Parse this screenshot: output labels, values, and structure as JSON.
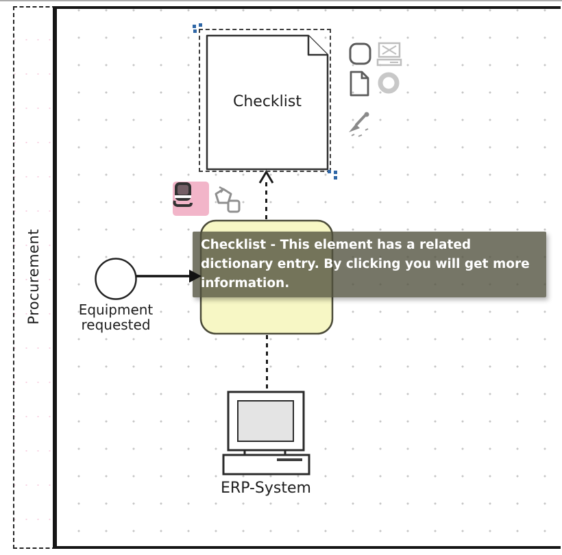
{
  "pool": {
    "lane_label": "Procurement"
  },
  "diagram": {
    "data_object": {
      "label": "Checklist"
    },
    "start_event": {
      "label": "Equipment requested"
    },
    "it_system": {
      "label": "ERP-System"
    }
  },
  "tooltip": {
    "text": "Checklist - This element has a related dictionary entry. By clicking you will get more information."
  },
  "badges": {
    "dictionary_icon": "dictionary-book-icon",
    "morph_icon": "morph-shape-icon"
  },
  "context_menu": {
    "icons": [
      "task-morph-icon",
      "it-system-morph-icon",
      "document-morph-icon",
      "event-morph-icon",
      "paintbrush-icon"
    ]
  },
  "colors": {
    "task_fill": "#f7f7c5",
    "tooltip_bg": "rgba(80,80,60,0.78)",
    "selection_handle": "#2e66a6",
    "dictionary_badge_bg": "#f2b5c9",
    "grid_dot": "#c6c6c6"
  }
}
